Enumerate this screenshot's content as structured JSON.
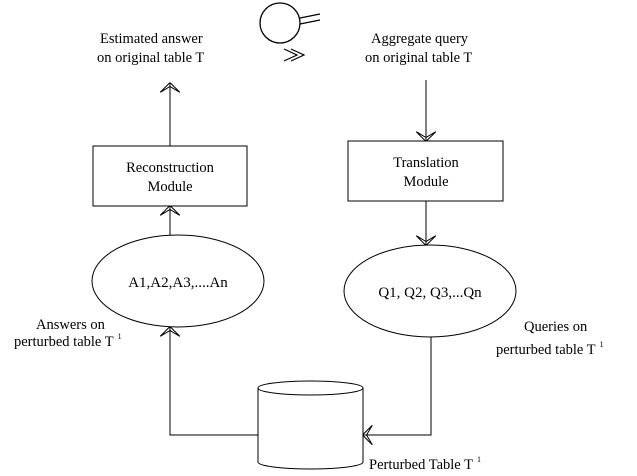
{
  "left_top_label": {
    "line1": "Estimated answer",
    "line2": "on original table T"
  },
  "right_top_label": {
    "line1": "Aggregate query",
    "line2": "on original table T"
  },
  "reconstruction_module": {
    "line1": "Reconstruction",
    "line2": "Module"
  },
  "translation_module": {
    "line1": "Translation",
    "line2": "Module"
  },
  "answers_ellipse": {
    "text": "A1,A2,A3,....An"
  },
  "queries_ellipse": {
    "text": "Q1, Q2, Q3,...Qn"
  },
  "answers_label": {
    "line1": "Answers on",
    "line2": "perturbed table T",
    "superscript": "1"
  },
  "queries_label": {
    "line1": "Queries on",
    "line2": "perturbed table T",
    "superscript": "1"
  },
  "database_label": {
    "text": "Perturbed Table T",
    "superscript": "1"
  },
  "user_icon": "person-icon"
}
